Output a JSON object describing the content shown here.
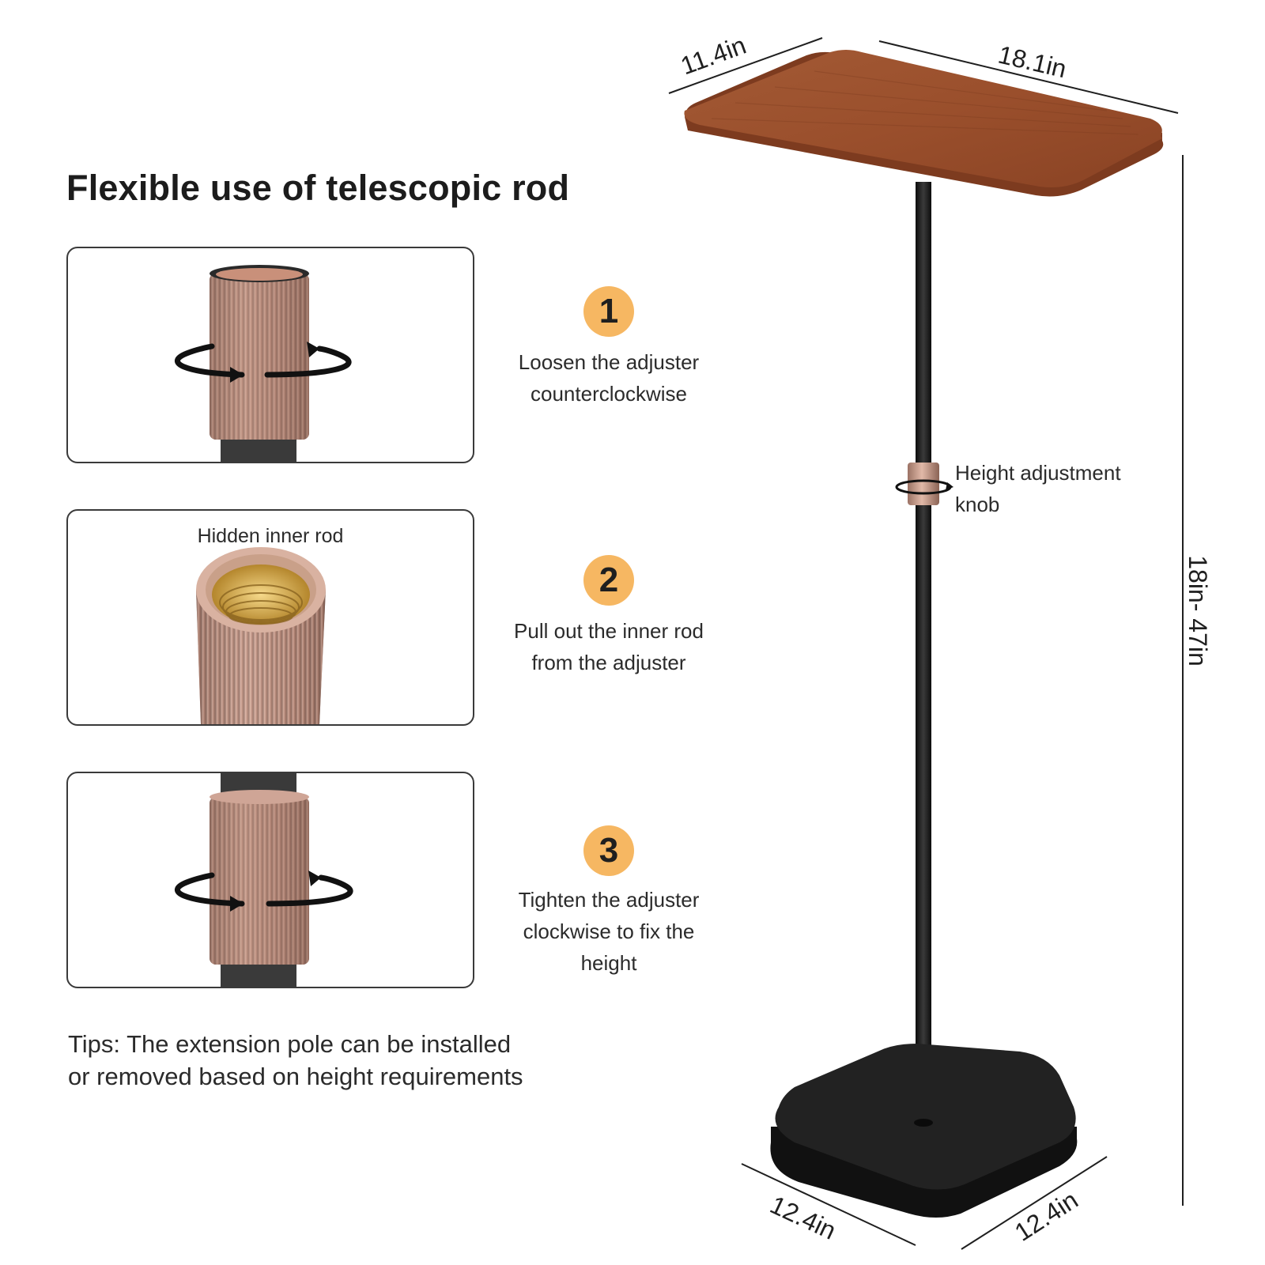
{
  "title": "Flexible use of telescopic rod",
  "steps": [
    {
      "number": "1",
      "text_line1": "Loosen the adjuster",
      "text_line2": "counterclockwise",
      "text_line3": ""
    },
    {
      "number": "2",
      "text_line1": "Pull out the inner rod",
      "text_line2": "from the adjuster",
      "text_line3": "",
      "panel_caption": "Hidden inner rod"
    },
    {
      "number": "3",
      "text_line1": "Tighten the adjuster",
      "text_line2": "clockwise to fix the",
      "text_line3": "height"
    }
  ],
  "tips": {
    "line1": "Tips: The extension pole can be installed",
    "line2": "or removed based on height requirements"
  },
  "knob_label": {
    "line1": "Height adjustment",
    "line2": "knob"
  },
  "dimensions": {
    "top_depth": "11.4in",
    "top_width": "18.1in",
    "height_range": "18in- 47in",
    "base_left": "12.4in",
    "base_right": "12.4in"
  },
  "colors": {
    "badge": "#f6b762",
    "wood": "#9a4f2c",
    "adjuster_copper": "#b98a78",
    "pole": "#1c1c1c"
  }
}
